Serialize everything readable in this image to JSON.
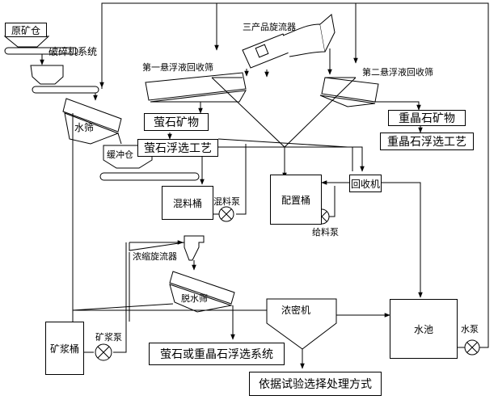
{
  "labels": {
    "raw_ore_bin": "原矿仓",
    "crusher_system": "破碎机系统",
    "three_product_cyclone": "三产品旋流器",
    "first_screen": "第一悬浮液回收筛",
    "second_screen": "第二悬浮液回收筛",
    "water_screen": "水筛",
    "buffer_bin": "缓冲仓",
    "fluorite_mineral": "萤石矿物",
    "fluorite_flotation": "萤石浮选工艺",
    "barite_mineral": "重晶石矿物",
    "barite_flotation": "重晶石浮选工艺",
    "mixing_tank": "混料桶",
    "mixing_pump": "混料泵",
    "prep_tank": "配置桶",
    "feed_pump": "给料泵",
    "recovery_machine": "回收机",
    "thickening_cyclone": "浓缩旋流器",
    "dewatering_screen": "脱水筛",
    "thickener": "浓密机",
    "water_pool": "水池",
    "water_pump": "水泵",
    "slurry_tank": "矿浆桶",
    "slurry_pump": "矿浆泵",
    "fluorite_or_barite_system": "萤石或重晶石浮选系统",
    "treatment_selection": "依据试验选择处理方式"
  }
}
